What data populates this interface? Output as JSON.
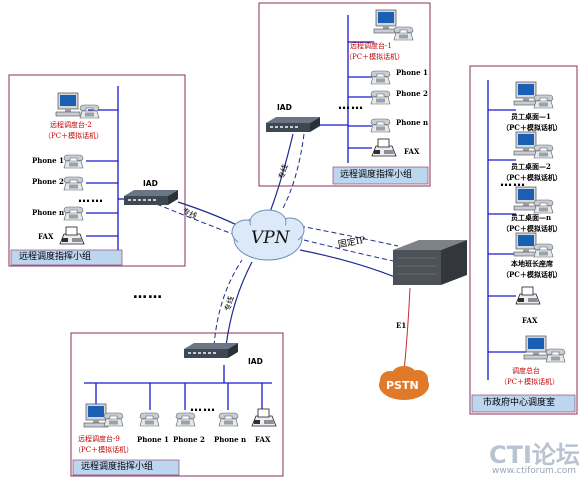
{
  "labels": {
    "phone1": "Phone 1",
    "phone2": "Phone 2",
    "phonen": "Phone n",
    "fax": "FAX",
    "iad": "IAD",
    "vpn": "VPN",
    "pstn": "PSTN",
    "e1": "E1",
    "fixed_ip": "固定IP",
    "private_line": "专线",
    "pc_phone": "（PC＋模拟话机）",
    "dots": "……"
  },
  "top_group": {
    "station": "远程调度台-1",
    "caption": "远程调度指挥小组"
  },
  "left_group": {
    "station": "远程调度台-2",
    "caption": "远程调度指挥小组"
  },
  "bottom_group": {
    "station": "远程调度台-9",
    "caption": "远程调度指挥小组"
  },
  "center": {
    "desk1": "员工桌面—1",
    "desk2": "员工桌面—2",
    "deskn": "员工桌面—n",
    "director": "本地班长座席",
    "master": "调度总台",
    "caption": "市政府中心调度室"
  },
  "watermark": {
    "brand": "CTI论坛",
    "url": "www.ctiforum.com"
  },
  "colors": {
    "box_border": "#8a2f5a",
    "bus": "#1a1ad0",
    "link": "#1e2a8c",
    "cloud": "#dce9f8",
    "caption_fill": "#bcd6f0",
    "red_text": "#c00000",
    "pstn": "#e07a2a"
  }
}
